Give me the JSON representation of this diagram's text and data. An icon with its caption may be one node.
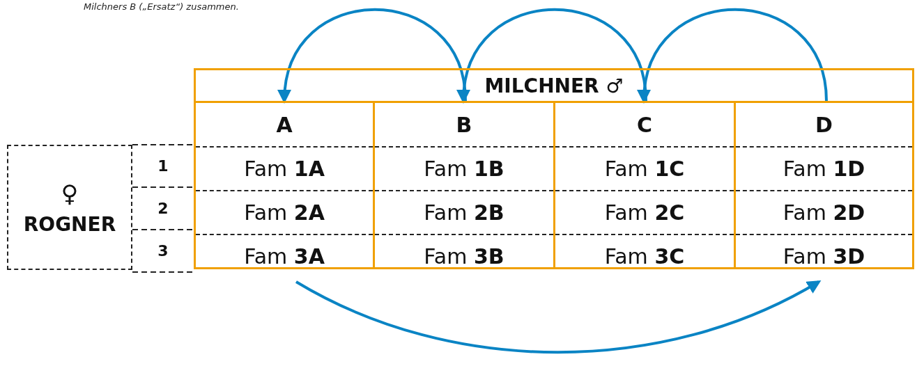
{
  "diagram": {
    "nodes": [
      {
        "text": [
          "MILCHNER ♂"
        ]
      },
      {
        "text": [
          "A",
          "Fam **1A**",
          "Fam **2A**",
          "Fam **3A**"
        ],
        "in": 0
      },
      {
        "text": [
          "B",
          "Fam **1B**",
          "Fam **2B**",
          "Fam **3B**"
        ],
        "in": 0
      },
      {
        "text": [
          "C",
          "Fam **1C**",
          "Fam **2C**",
          "Fam **3C**"
        ],
        "in": 0
      },
      {
        "text": [
          "D",
          "Fam **1D**",
          "Fam **2D**",
          "Fam **3D**"
        ],
        "in": 0
      },
      {
        "text": [
          "♀",
          "ROGNER"
        ]
      }
    ],
    "edges": [
      {
        "from": 2,
        "to": 1,
        "arrow": "to"
      },
      {
        "from": 3,
        "to": 2,
        "arrow": "to"
      },
      {
        "from": 4,
        "to": 3,
        "arrow": "to"
      },
      {
        "from": 1,
        "to": 4,
        "arrow": "to"
      }
    ],
    "labels": [
      "Milchners B („Ersatz“) zusammen.",
      "1",
      "2",
      "3"
    ]
  }
}
